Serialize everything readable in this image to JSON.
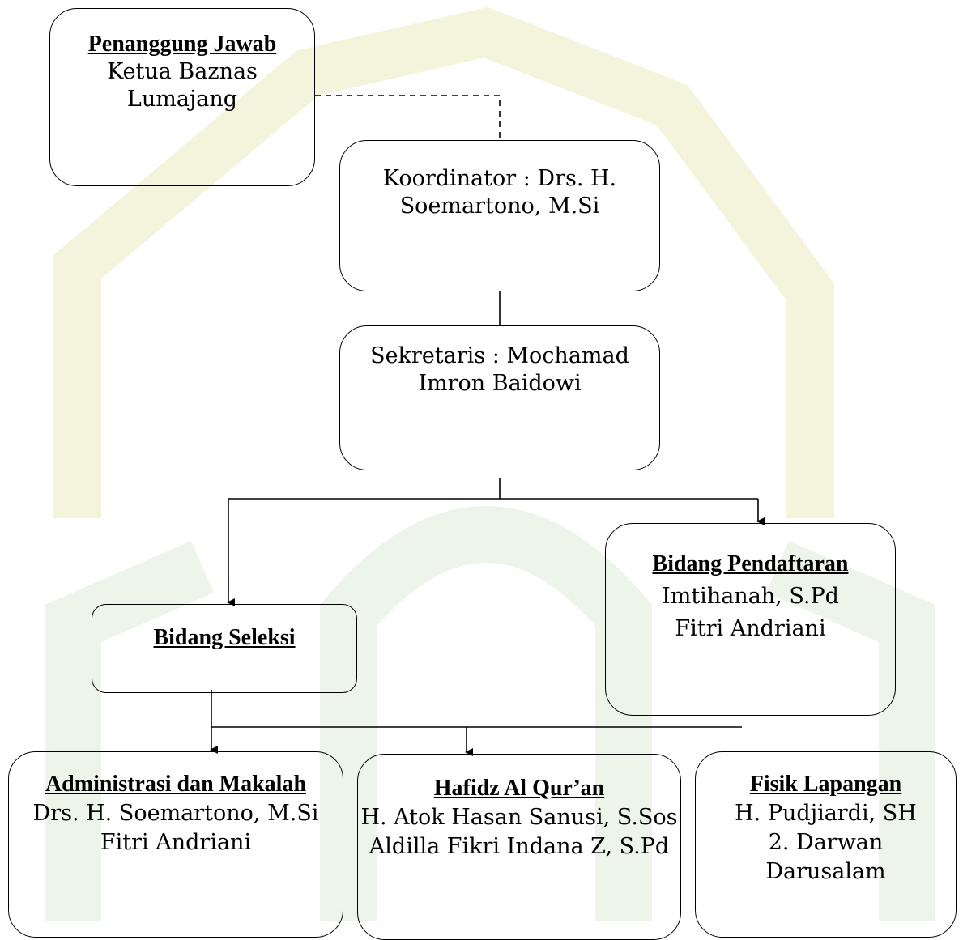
{
  "watermark_color": "#f2f1d6",
  "watermark_green": "#e9f2e4",
  "boxes": {
    "penanggung_jawab": {
      "heading": "Penanggung Jawab",
      "lines": [
        "Ketua Baznas",
        "Lumajang"
      ]
    },
    "koordinator": {
      "lines": [
        "Koordinator : Drs. H.",
        "Soemartono, M.Si"
      ]
    },
    "sekretaris": {
      "lines": [
        "Sekretaris : Mochamad",
        "Imron Baidowi"
      ]
    },
    "bidang_pendaftaran": {
      "heading": "Bidang Pendaftaran",
      "lines": [
        "Imtihanah, S.Pd",
        "Fitri Andriani"
      ]
    },
    "bidang_seleksi": {
      "heading": "Bidang Seleksi"
    },
    "administrasi": {
      "heading": "Administrasi dan Makalah",
      "lines": [
        "Drs. H. Soemartono, M.Si",
        "Fitri Andriani"
      ]
    },
    "hafidz": {
      "heading": "Hafidz Al Qur’an",
      "lines": [
        "H. Atok Hasan Sanusi, S.Sos",
        "Aldilla Fikri Indana Z, S.Pd"
      ]
    },
    "fisik": {
      "heading": "Fisik Lapangan",
      "lines": [
        "H. Pudjiardi, SH",
        "2. Darwan",
        "Darusalam"
      ]
    }
  }
}
